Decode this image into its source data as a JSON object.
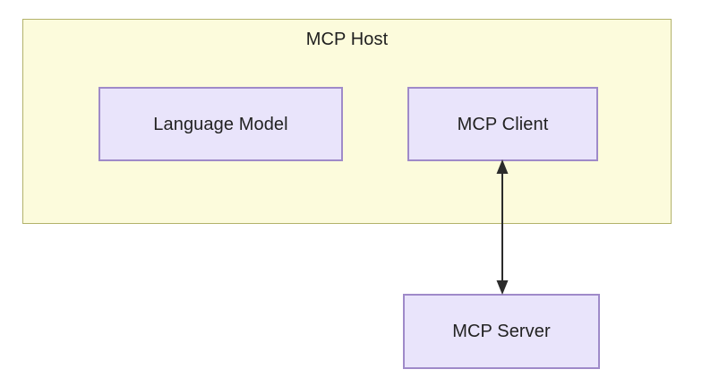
{
  "diagram": {
    "title": "MCP Host",
    "background_color": "#ffffff",
    "container": {
      "name": "MCP Host",
      "label": "MCP Host",
      "fill_color": "#fcfbdc",
      "border_color": "#b3b36b"
    },
    "nodes": [
      {
        "id": "language-model",
        "label": "Language Model",
        "fill_color": "#e9e4fb",
        "border_color": "#9f8ac9",
        "parent": "MCP Host"
      },
      {
        "id": "mcp-client",
        "label": "MCP Client",
        "fill_color": "#e9e4fb",
        "border_color": "#9f8ac9",
        "parent": "MCP Host"
      },
      {
        "id": "mcp-server",
        "label": "MCP Server",
        "fill_color": "#e9e4fb",
        "border_color": "#9f8ac9",
        "parent": null
      }
    ],
    "connectors": [
      {
        "id": "client-server-link",
        "from": "mcp-client",
        "to": "mcp-server",
        "style": "bidirectional-arrow",
        "label": "",
        "color": "#2b2b2b"
      }
    ]
  }
}
